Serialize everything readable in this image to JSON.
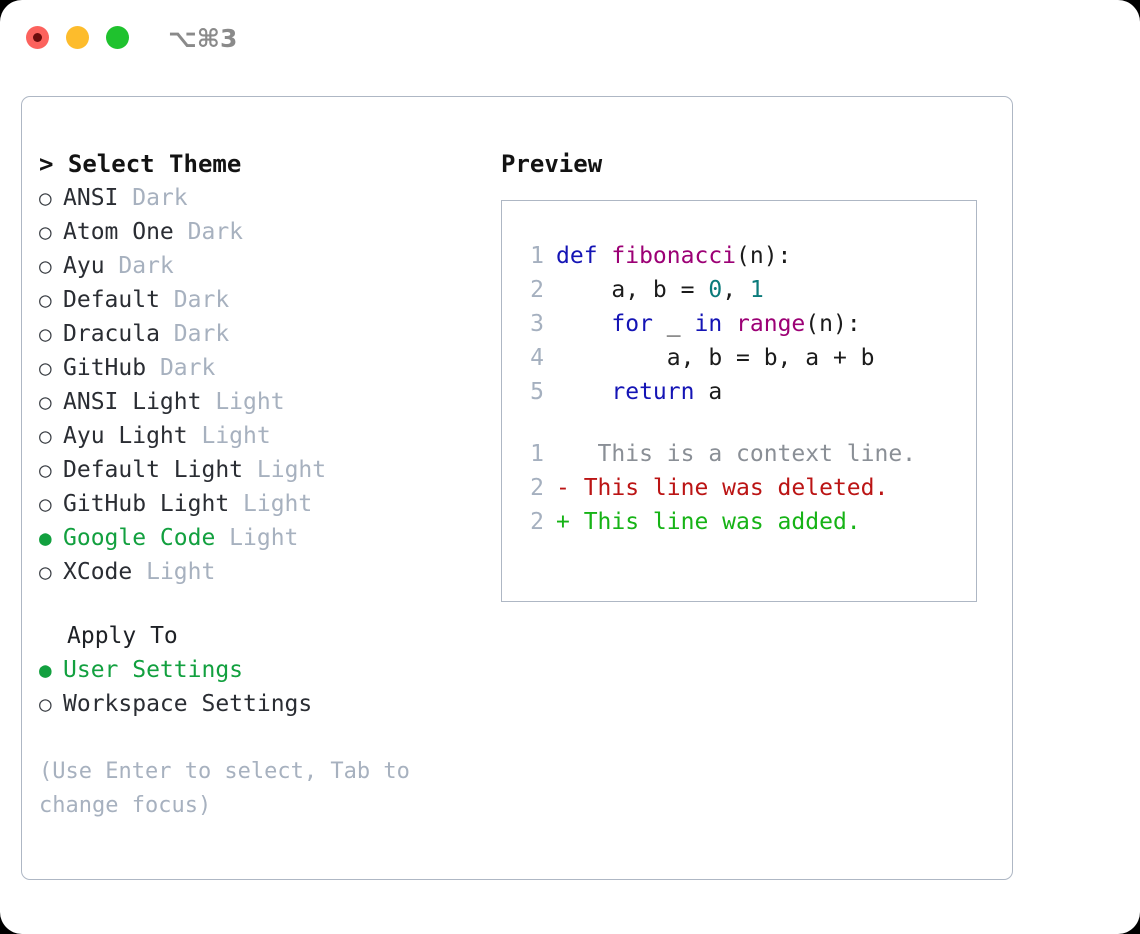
{
  "titlebar": {
    "shortcut": "⌥⌘3",
    "lights": [
      {
        "name": "close",
        "color": "#fc625d"
      },
      {
        "name": "minimize",
        "color": "#fdbc2c"
      },
      {
        "name": "maximize",
        "color": "#1fc22e"
      }
    ]
  },
  "left": {
    "header": "> Select Theme",
    "selected_bullet": "●",
    "unselected_bullet": "○",
    "themes": [
      {
        "bullet": "○",
        "name": "ANSI",
        "badge": "Dark",
        "selected": false
      },
      {
        "bullet": "○",
        "name": "Atom One",
        "badge": "Dark",
        "selected": false
      },
      {
        "bullet": "○",
        "name": "Ayu",
        "badge": "Dark",
        "selected": false
      },
      {
        "bullet": "○",
        "name": "Default",
        "badge": "Dark",
        "selected": false
      },
      {
        "bullet": "○",
        "name": "Dracula",
        "badge": "Dark",
        "selected": false
      },
      {
        "bullet": "○",
        "name": "GitHub",
        "badge": "Dark",
        "selected": false
      },
      {
        "bullet": "○",
        "name": "ANSI Light",
        "badge": "Light",
        "selected": false
      },
      {
        "bullet": "○",
        "name": "Ayu Light",
        "badge": "Light",
        "selected": false
      },
      {
        "bullet": "○",
        "name": "Default Light",
        "badge": "Light",
        "selected": false
      },
      {
        "bullet": "○",
        "name": "GitHub Light",
        "badge": "Light",
        "selected": false
      },
      {
        "bullet": "●",
        "name": "Google Code",
        "badge": "Light",
        "selected": true
      },
      {
        "bullet": "○",
        "name": "XCode",
        "badge": "Light",
        "selected": false
      }
    ],
    "apply_to": {
      "header": "Apply To",
      "options": [
        {
          "bullet": "●",
          "name": "User Settings",
          "selected": true
        },
        {
          "bullet": "○",
          "name": "Workspace Settings",
          "selected": false
        }
      ]
    },
    "hint": "(Use Enter to select, Tab to change focus)"
  },
  "right": {
    "header": "Preview",
    "code_lines": [
      {
        "number": "1",
        "tokens": [
          {
            "text": "def ",
            "kind": "kw"
          },
          {
            "text": "fibonacci",
            "kind": "fn"
          },
          {
            "text": "(n):",
            "kind": "punc"
          }
        ]
      },
      {
        "number": "2",
        "tokens": [
          {
            "text": "    a, b = ",
            "kind": "plain"
          },
          {
            "text": "0",
            "kind": "num"
          },
          {
            "text": ", ",
            "kind": "plain"
          },
          {
            "text": "1",
            "kind": "num"
          }
        ]
      },
      {
        "number": "3",
        "tokens": [
          {
            "text": "    ",
            "kind": "plain"
          },
          {
            "text": "for",
            "kind": "kw"
          },
          {
            "text": " _ ",
            "kind": "plain"
          },
          {
            "text": "in",
            "kind": "kw"
          },
          {
            "text": " ",
            "kind": "plain"
          },
          {
            "text": "range",
            "kind": "fn"
          },
          {
            "text": "(n):",
            "kind": "punc"
          }
        ]
      },
      {
        "number": "4",
        "tokens": [
          {
            "text": "        a, b = b, a + b",
            "kind": "plain"
          }
        ]
      },
      {
        "number": "5",
        "tokens": [
          {
            "text": "    ",
            "kind": "plain"
          },
          {
            "text": "return",
            "kind": "kw"
          },
          {
            "text": " a",
            "kind": "plain"
          }
        ]
      }
    ],
    "diff_lines": [
      {
        "number": "1",
        "marker": " ",
        "text": "  This is a context line.",
        "kind": "context"
      },
      {
        "number": "2",
        "marker": "-",
        "text": " This line was deleted.",
        "kind": "del"
      },
      {
        "number": "2",
        "marker": "+",
        "text": " This line was added.",
        "kind": "add"
      }
    ]
  },
  "colors": {
    "accent_green": "#12a03f",
    "badge_grey": "#a7b1bf",
    "border": "#aeb7c4",
    "keyword": "#1414b5",
    "function": "#9c0075",
    "number": "#0b7b7b",
    "diff_delete": "#bb1414",
    "diff_add": "#16b316"
  }
}
